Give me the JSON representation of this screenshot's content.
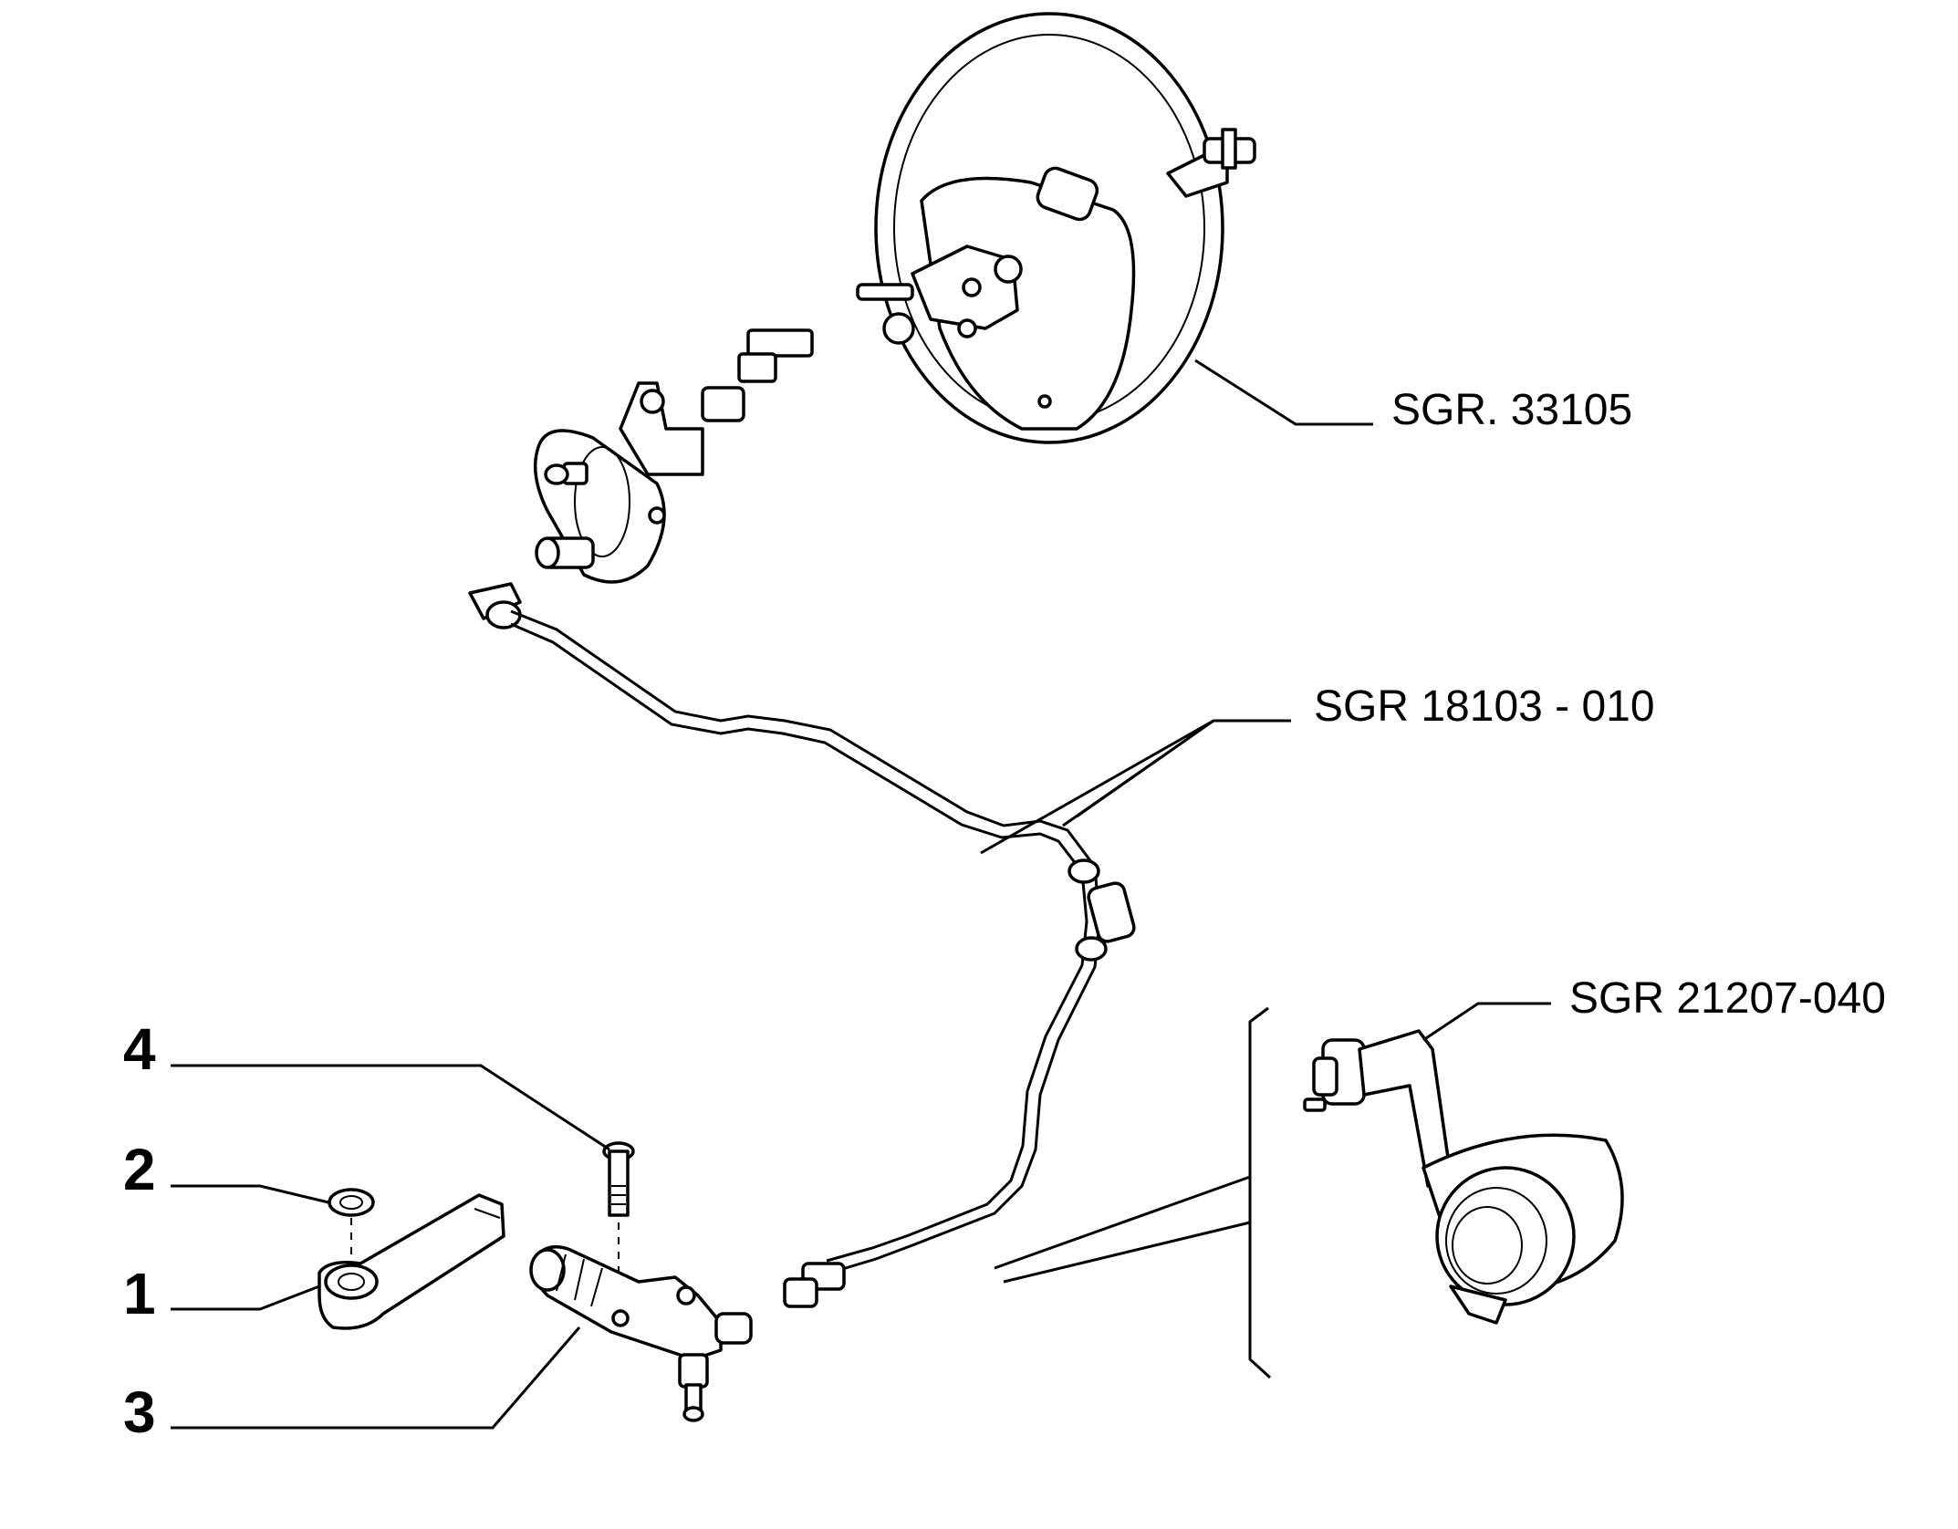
{
  "labels": {
    "ref_booster": "SGR. 33105",
    "ref_line": "SGR 18103 - 010",
    "ref_slave": "SGR 21207-040",
    "part_1": "1",
    "part_2": "2",
    "part_3": "3",
    "part_4": "4"
  }
}
